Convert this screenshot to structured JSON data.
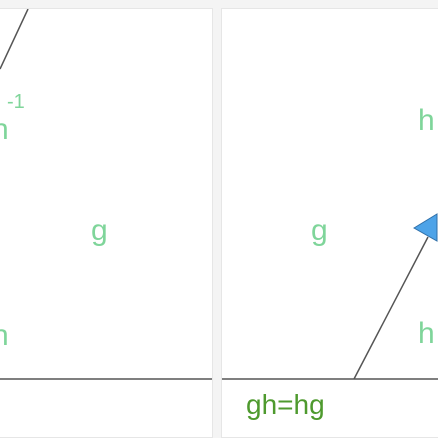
{
  "colors": {
    "label": "#7fd59a",
    "caption": "#4e9a2e",
    "line": "#555555",
    "arrow": "#4da3e8",
    "arrow_stroke": "#2f6fa8",
    "panel_bg": "#ffffff",
    "page_bg": "#f4f4f4"
  },
  "left_panel": {
    "labels": {
      "top_h_inverse": "h",
      "top_exponent": "-1",
      "g": "g",
      "bottom_h": "h"
    }
  },
  "right_panel": {
    "labels": {
      "h_top": "h",
      "g": "g",
      "h_bottom": "h"
    },
    "caption": "gh=hg",
    "arrow_icon": "triangle-arrow"
  }
}
